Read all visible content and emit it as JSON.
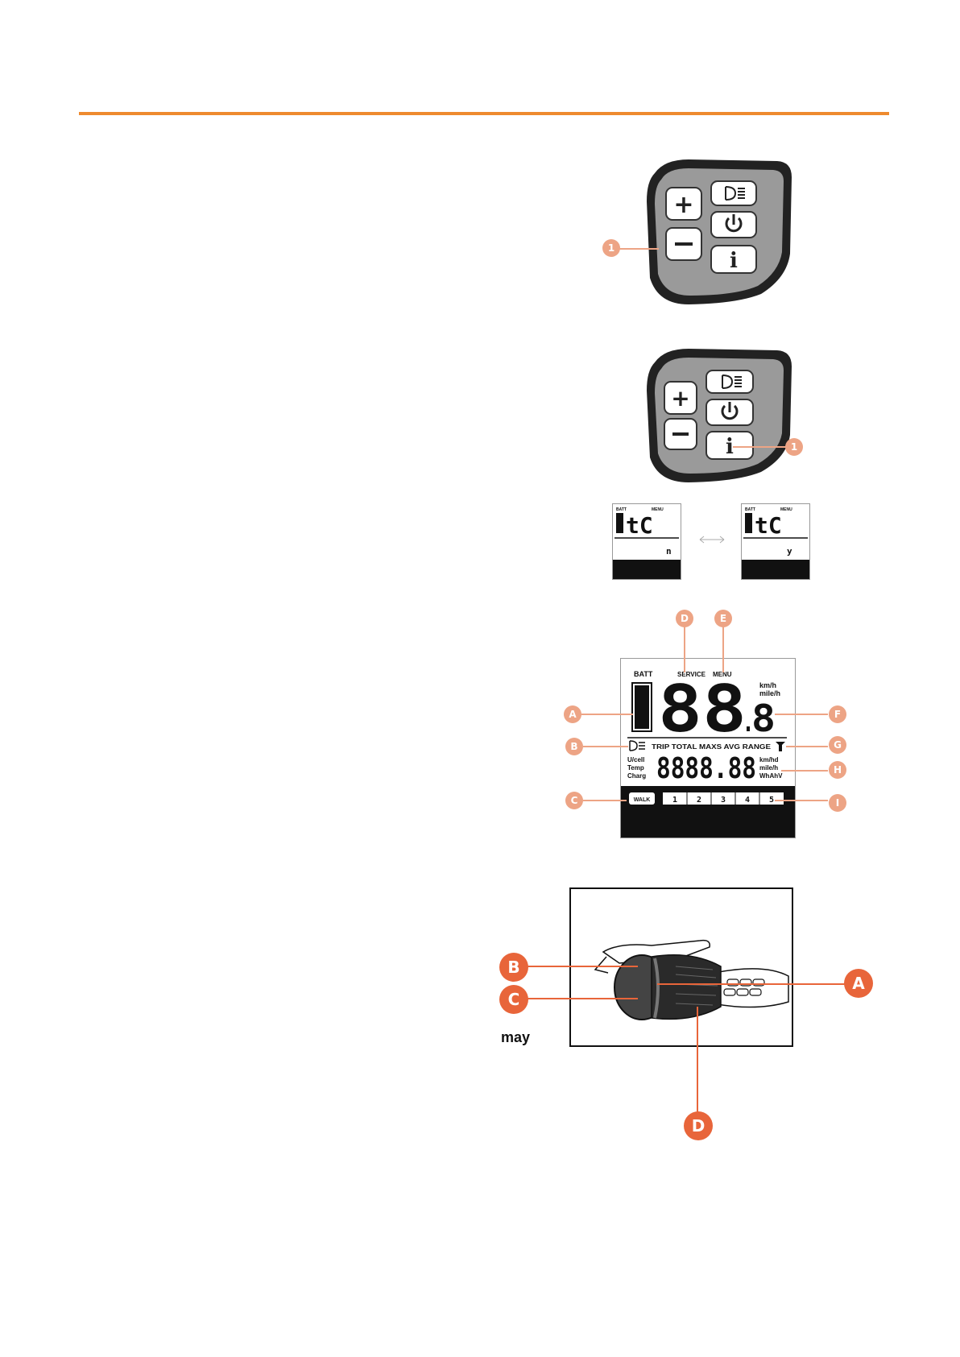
{
  "body_text": "may",
  "colors": {
    "accent_rule": "#ee8a2e",
    "callout_light": "#eda485",
    "callout_dark": "#e8653a"
  },
  "keypad_1": {
    "callout": "1",
    "icons": [
      "plus-icon",
      "minus-icon",
      "light-icon",
      "power-icon",
      "info-icon"
    ],
    "info_label": "i"
  },
  "keypad_2": {
    "callout": "1",
    "info_label": "i"
  },
  "tc_screens": {
    "left": {
      "batt": "BATT",
      "menu": "MENU",
      "code": "tC",
      "value": "n"
    },
    "right": {
      "batt": "BATT",
      "menu": "MENU",
      "code": "tC",
      "value": "y"
    }
  },
  "display": {
    "batt": "BATT",
    "service": "SERVICE",
    "menu": "MENU",
    "speed_units": [
      "km/h",
      "mile/h"
    ],
    "speed_digits": "88",
    "speed_decimal": "8",
    "modes": "TRIP TOTAL MAXS AVG RANGE",
    "left_labels": [
      "U/cell",
      "Temp",
      "Charg"
    ],
    "odo_digits": "8888.88",
    "odo_units": [
      "km/hd",
      "mile/h",
      "WhAhV"
    ],
    "walk": "WALK",
    "levels": [
      "1",
      "2",
      "3",
      "4",
      "5"
    ],
    "callouts": {
      "A": "A",
      "B": "B",
      "C": "C",
      "D": "D",
      "E": "E",
      "F": "F",
      "G": "G",
      "H": "H",
      "I": "I"
    }
  },
  "throttle": {
    "callouts": {
      "A": "A",
      "B": "B",
      "C": "C",
      "D": "D"
    }
  }
}
